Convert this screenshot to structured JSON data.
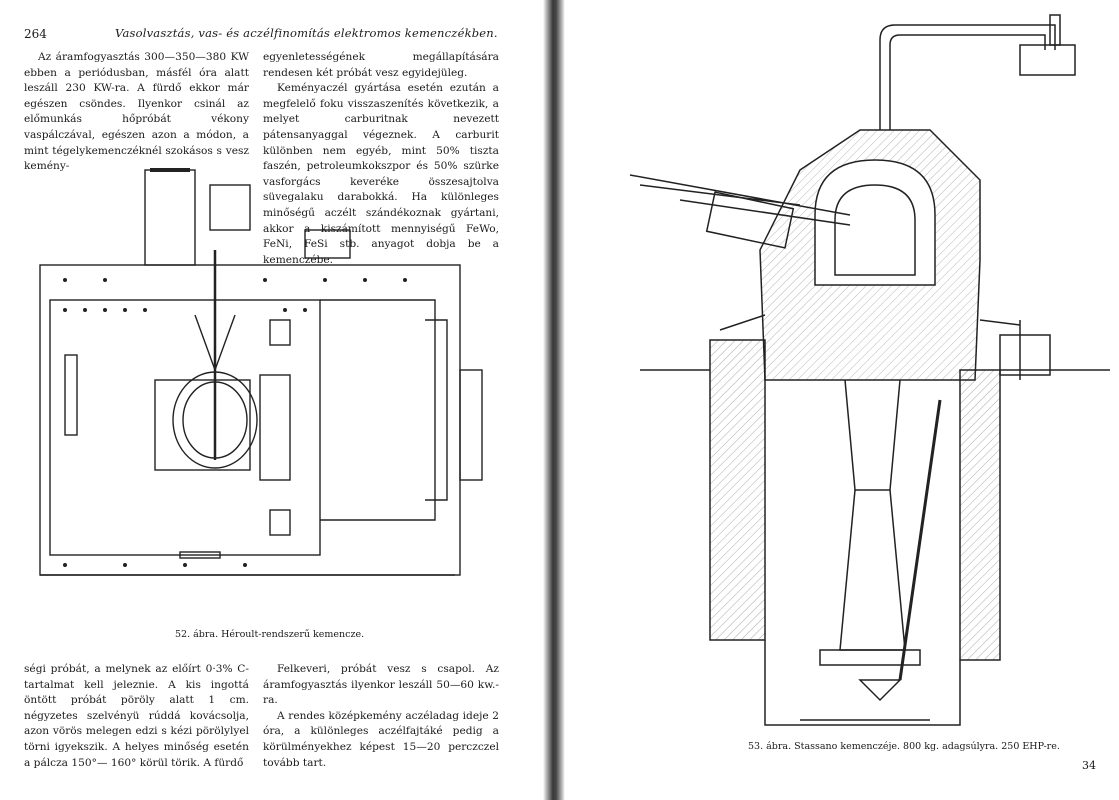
{
  "left_page": {
    "page_number": "264",
    "running_head": "Vasolvasztás, vas- és aczélfinomítás elektromos kemenczékben.",
    "top_col1": [
      "Az áramfogyasztás 300—350—380 KW ebben a periódusban, másfél óra alatt leszáll 230 KW-ra. A fürdő ekkor már egészen csöndes. Ilyenkor csinál az előmunkás hőpróbát vékony vaspálczával, egészen azon a módon, a mint tégelykemenczéknél szokásos s vesz kemény-"
    ],
    "top_col2": [
      "egyenletességének megállapítására rendesen két próbát vesz egyidejüleg.",
      "Keményaczél gyártása esetén ezután a megfelelő foku visszaszenítés következik, a melyet carburitnak nevezett pátensanyaggal végeznek. A carburit különben nem egyéb, mint 50% tiszta faszén, petroleumkokszpor és 50% szürke vasforgács keveréke összesajtolva süvegalaku darabokká. Ha különleges minőségű aczélt szándékoznak gyártani, akkor a kiszámított mennyiségű FeWo, FeNi, FeSi stb. anyagot dobja be a kemenczébe."
    ],
    "figure_caption": "52. ábra. Héroult-rendszerű kemencze.",
    "bottom_col1": [
      "ségi próbát, a melynek az előírt 0·3% C-tartalmat kell jeleznie. A kis ingottá öntött próbát pöröly alatt 1 cm. négyzetes szelvényü rúddá kovácsolja, azon vörös melegen edzi s kézi pörölylyel törni igyekszik. A helyes minőség esetén a pálcza 150°— 160° körül törik. A fürdő"
    ],
    "bottom_col2": [
      "Felkeveri, próbát vesz s csapol. Az áramfogyasztás ilyenkor leszáll 50—60 kw.-ra.",
      "A rendes középkemény aczéladag ideje 2 óra, a különleges aczélfajtáké pedig a körülményekhez képest 15—20 perczczel tovább tart."
    ]
  },
  "right_page": {
    "figure_caption": "53. ábra. Stassano kemenczéje. 800 kg. adagsúlyra. 250 EHP-re.",
    "signature_mark": "34"
  }
}
